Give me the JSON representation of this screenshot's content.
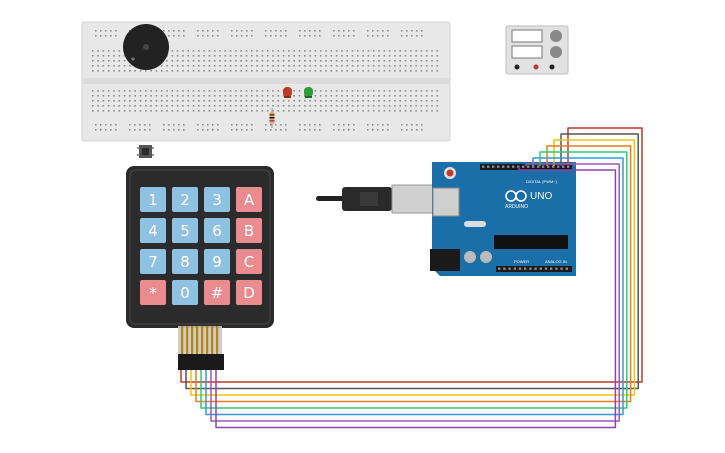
{
  "colors": {
    "breadboard": "#e8e8e8",
    "arduino": "#1b6fa8",
    "keypad_body": "#2b2b2b",
    "key_number": "#8fc1e3",
    "key_letter": "#e98b8f",
    "led_red": "#c0392b",
    "led_green": "#2e9e3a"
  },
  "wire_colors": [
    "#c0392b",
    "#555555",
    "#f1c40f",
    "#e67e22",
    "#2ecc71",
    "#3498db",
    "#9b59b6",
    "#8e44ad"
  ],
  "keypad": {
    "keys": [
      "1",
      "2",
      "3",
      "A",
      "4",
      "5",
      "6",
      "B",
      "7",
      "8",
      "9",
      "C",
      "*",
      "0",
      "#",
      "D"
    ]
  },
  "arduino": {
    "brand": "ARDUINO",
    "model": "UNO",
    "digital_label": "DIGITAL (PWM~)",
    "power_label": "POWER",
    "analog_label": "ANALOG IN"
  },
  "power_supply": {
    "icons": [
      "display-icon",
      "knob-icon"
    ]
  }
}
